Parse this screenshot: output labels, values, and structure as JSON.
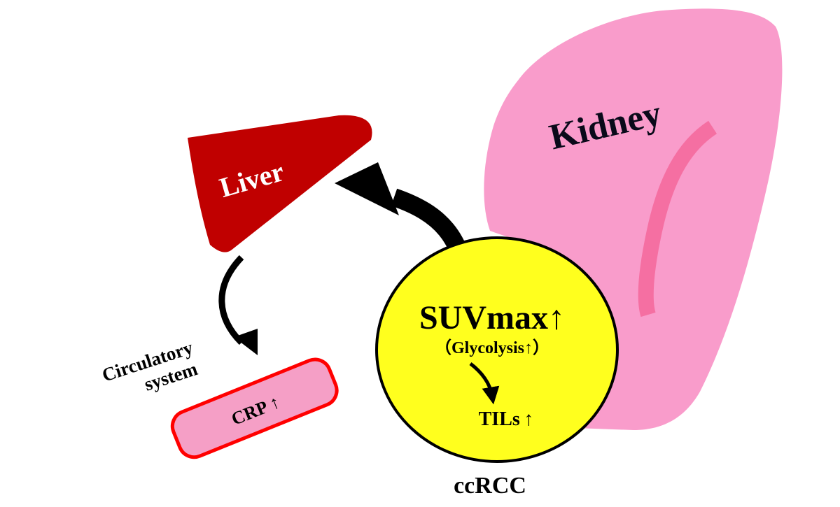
{
  "labels": {
    "kidney": "Kidney",
    "liver": "Liver",
    "suvmax": "SUVmax↑",
    "glycolysis": "（Glycolysis↑）",
    "tils": "TILs ↑",
    "crp": "CRP ↑",
    "circulatory_line1": "Circulatory",
    "circulatory_line2": "system",
    "ccrcc": "ccRCC"
  },
  "colors": {
    "kidney_fill": "#f99ccb",
    "kidney_stripe": "#f56fa2",
    "liver_fill": "#c00000",
    "tumor_fill": "#ffff1e",
    "vessel_fill": "#f59fc6",
    "vessel_border": "#ff0000",
    "arrow": "#000000"
  }
}
